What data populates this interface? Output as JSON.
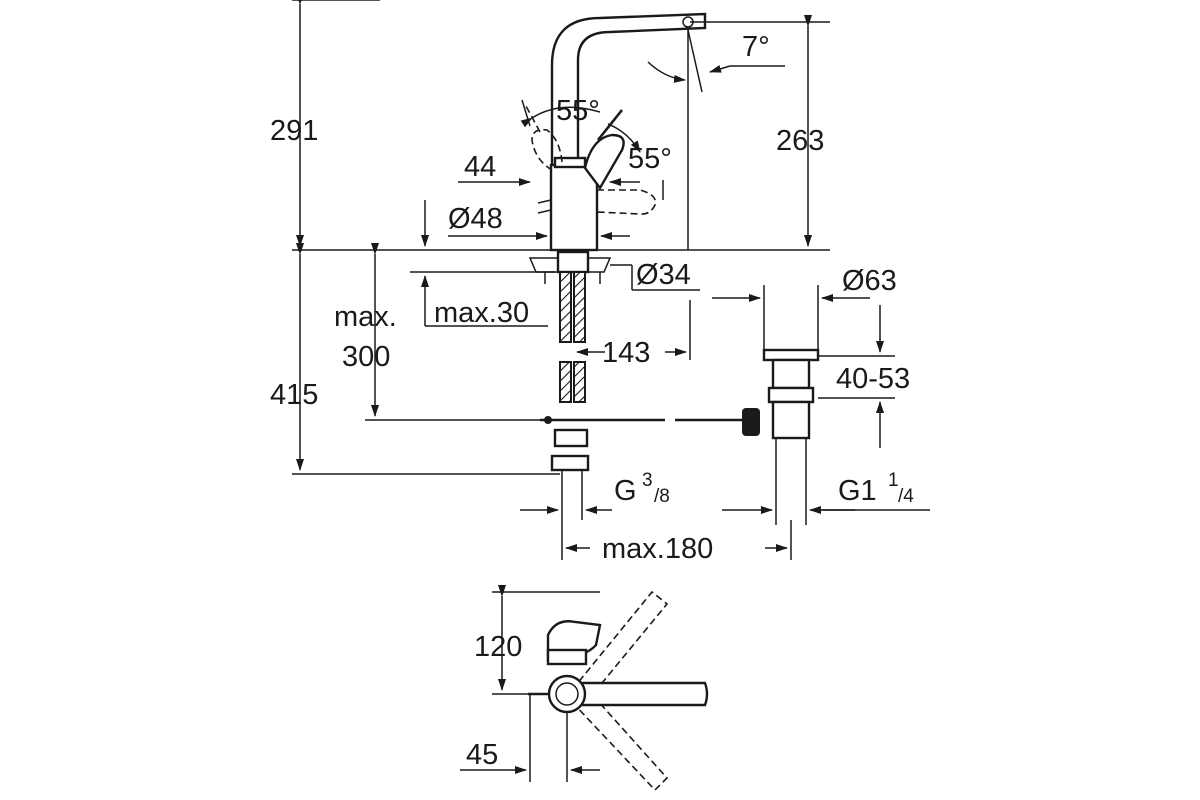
{
  "drawing": {
    "dimensions": {
      "total_height_above": "291",
      "spout_height": "263",
      "spout_angle": "7°",
      "lever_angle_left": "55°",
      "lever_angle_right": "55°",
      "lever_width": "44",
      "body_diameter": "Ø48",
      "hole_diameter": "Ø34",
      "waste_diameter": "Ø63",
      "max_deck_thickness": "max.30",
      "hose_max_line1": "max.",
      "hose_max_line2": "300",
      "spout_reach": "143",
      "waste_range": "40-53",
      "below_height": "415",
      "thread_left_main": "G",
      "thread_left_sup": "3",
      "thread_left_sub": "/8",
      "thread_right_main": "G1",
      "thread_right_sup": "1",
      "thread_right_sub": "/4",
      "rod_max": "max.180",
      "top_depth": "120",
      "top_offset": "45"
    }
  }
}
